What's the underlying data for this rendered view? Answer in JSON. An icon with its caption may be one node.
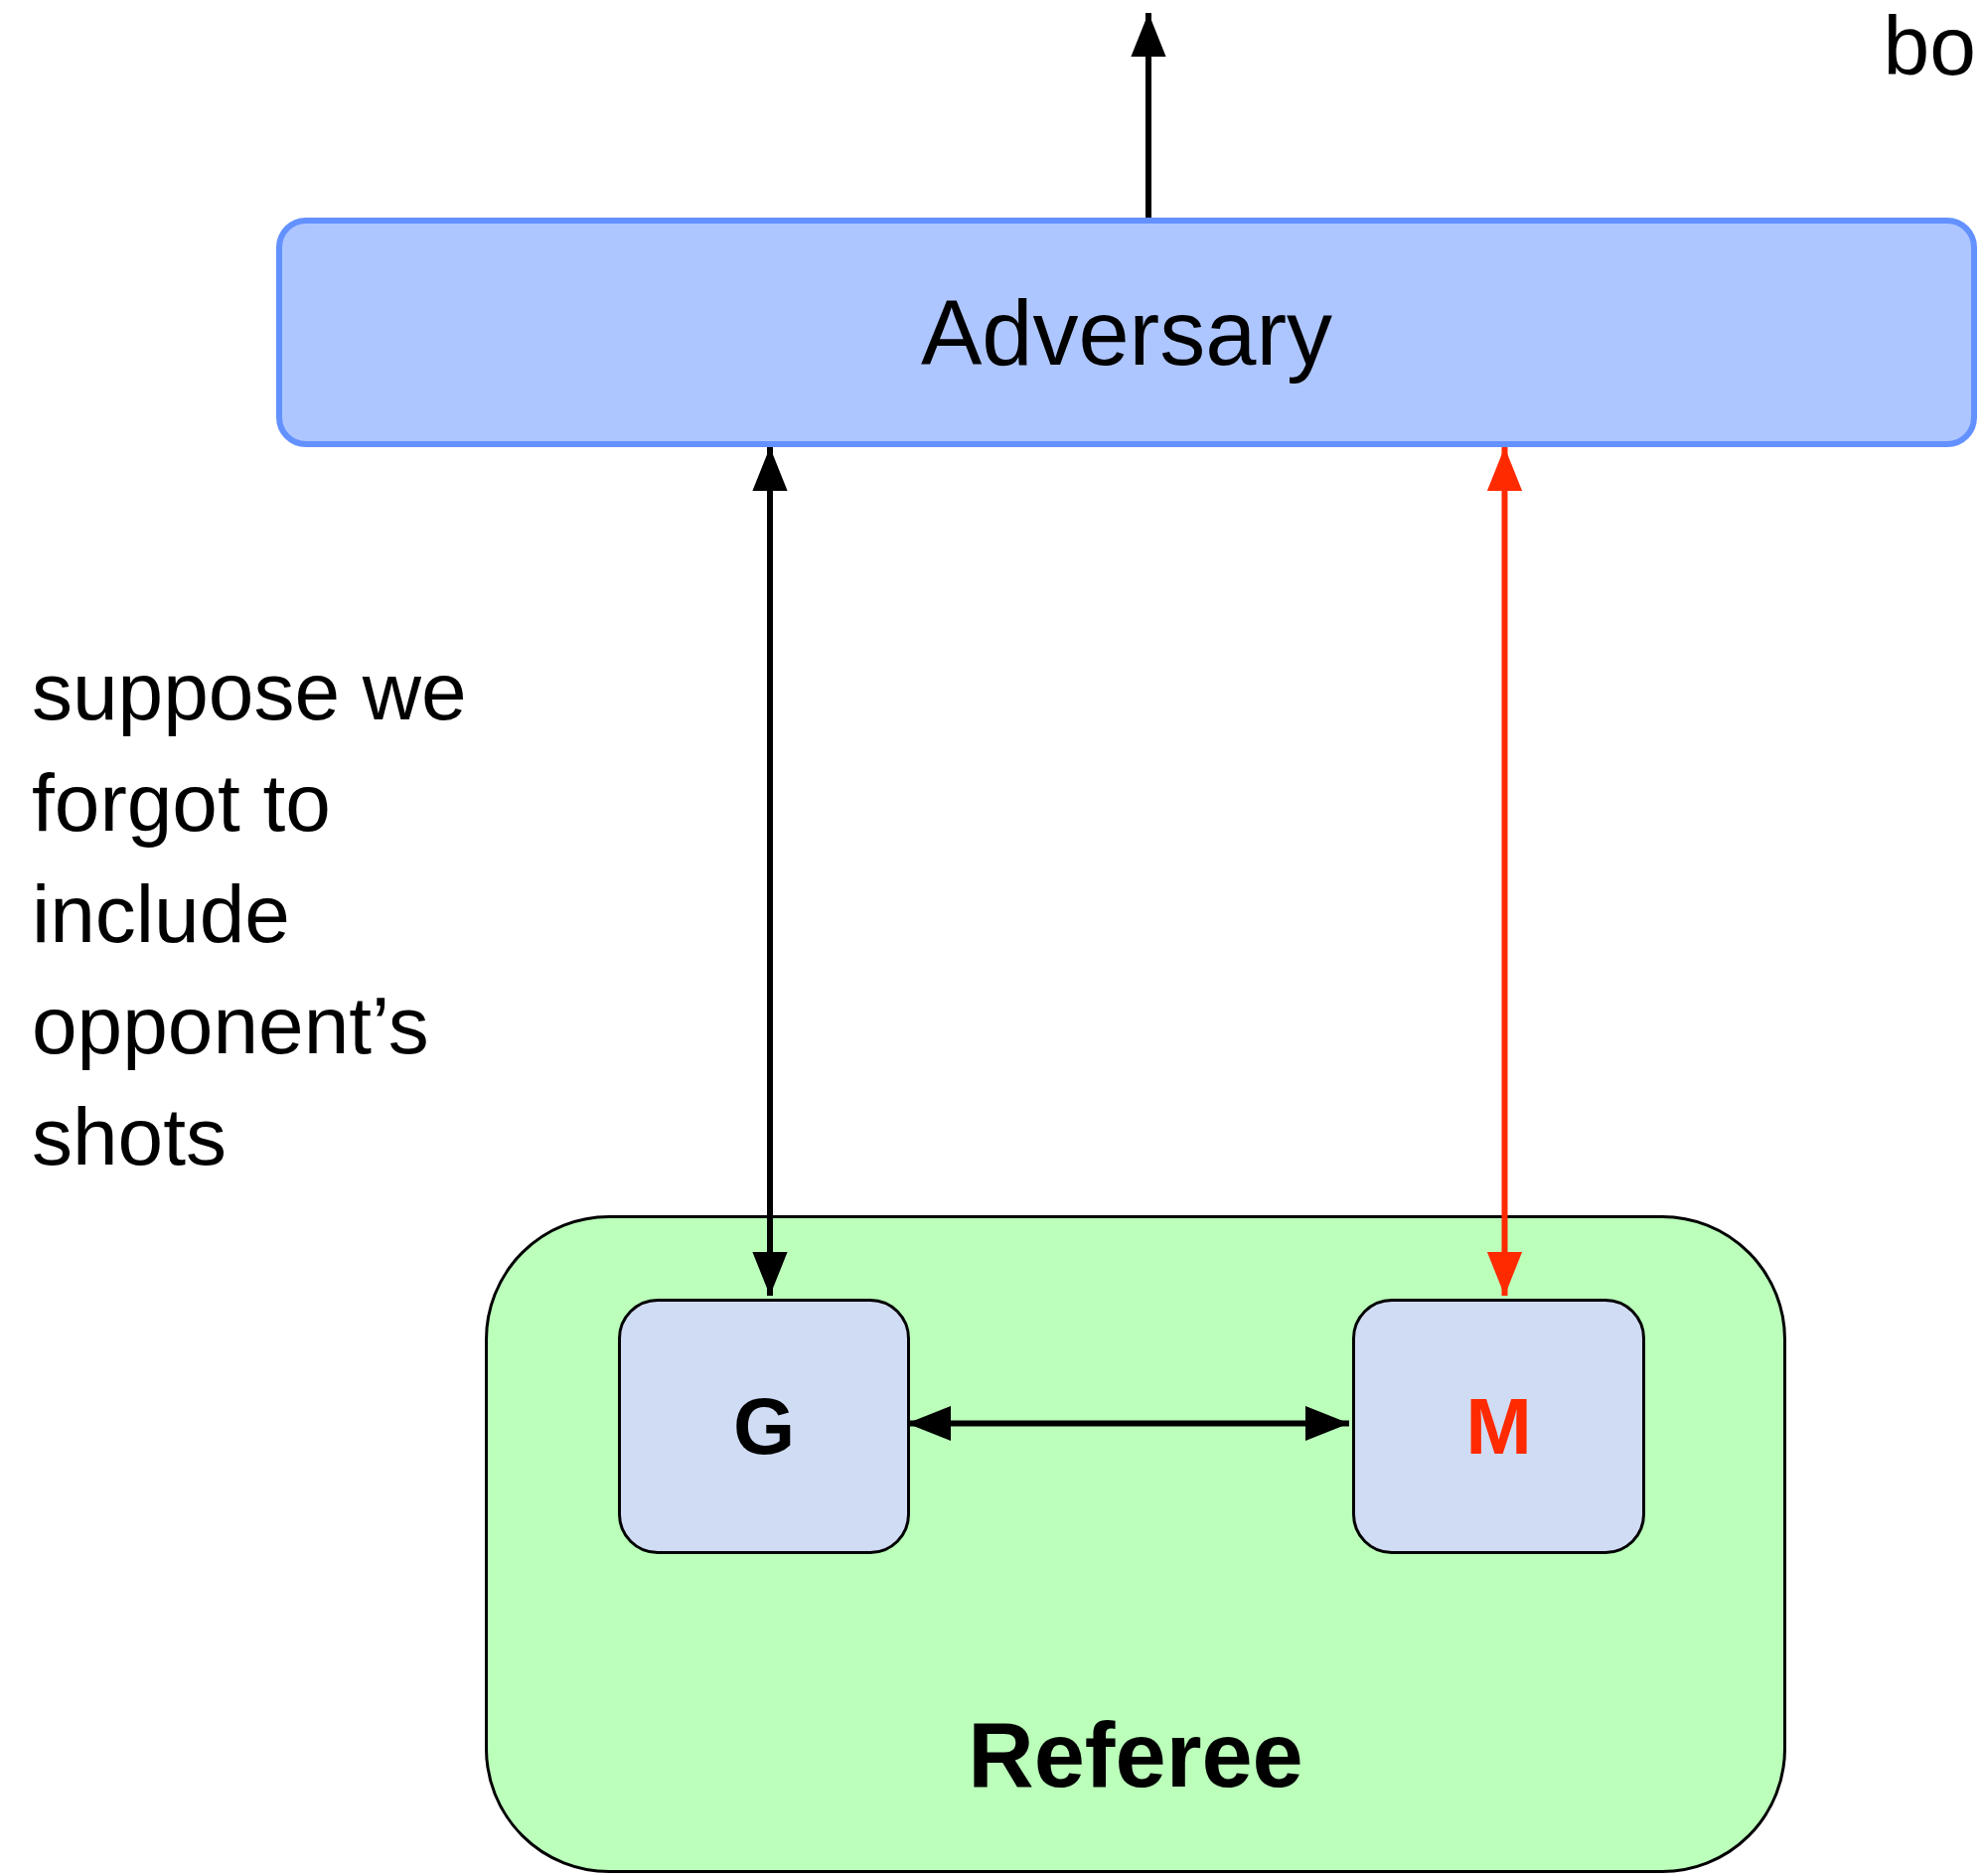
{
  "diagram": {
    "nodes": [
      {
        "text": [
          "Adversary"
        ]
      },
      {
        "text": [
          "Referee"
        ]
      },
      {
        "text": [
          "G"
        ],
        "in": 1
      },
      {
        "text": [
          "M"
        ],
        "in": 1
      }
    ],
    "edges": [
      {
        "from": 0,
        "to": null,
        "arrow": "to"
      },
      {
        "from": 2,
        "to": 0,
        "arrow": "both"
      },
      {
        "from": 3,
        "to": 0,
        "arrow": "both",
        "color": "#ff2a00"
      },
      {
        "from": 2,
        "to": 3,
        "arrow": "both"
      }
    ],
    "labels": [
      "bo",
      "suppose we forgot to include opponent’s shots"
    ]
  }
}
